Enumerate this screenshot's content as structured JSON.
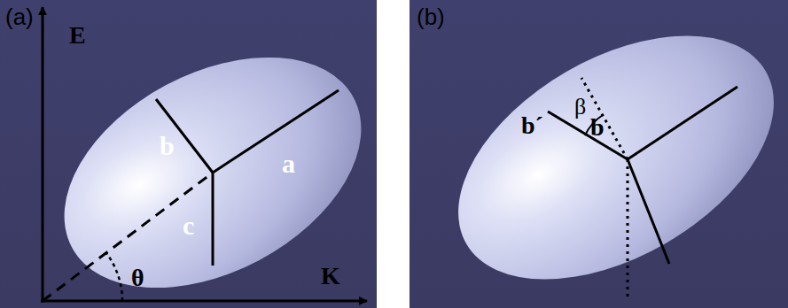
{
  "diagram": {
    "labels": [
      "(a)",
      "E",
      "b",
      "a",
      "c",
      "θ",
      "K",
      "(b)",
      "β",
      "b",
      "b´"
    ]
  }
}
